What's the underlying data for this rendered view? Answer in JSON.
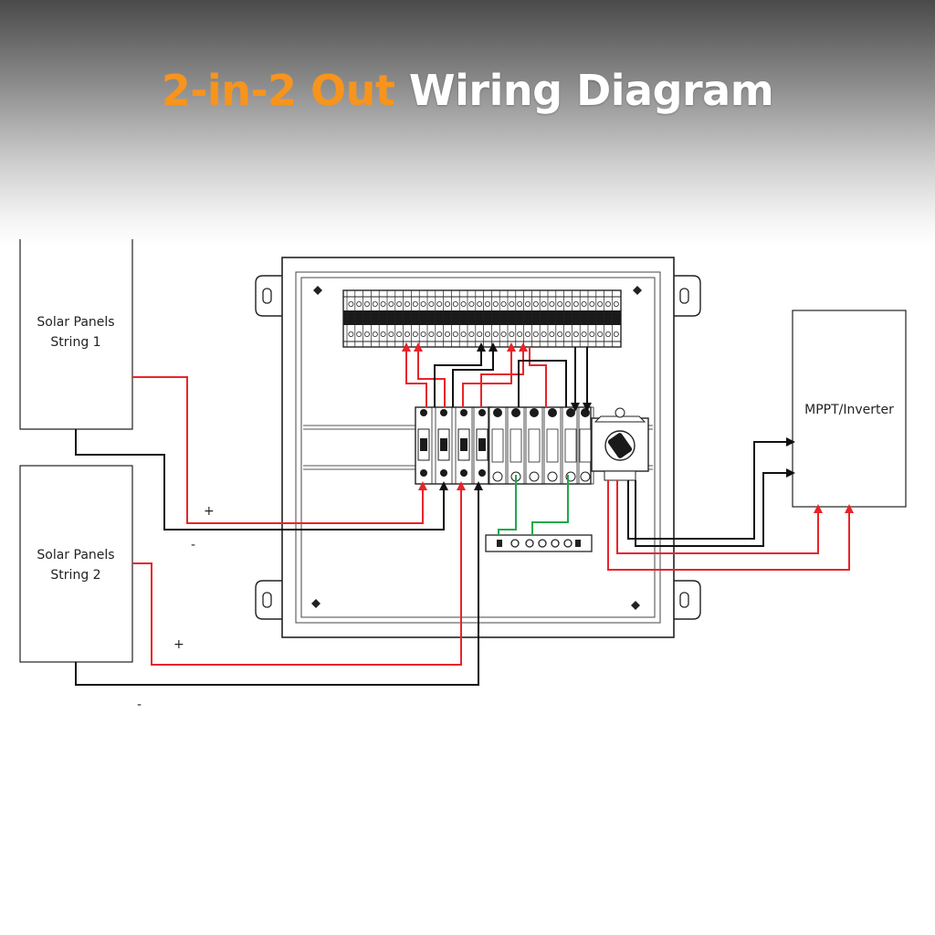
{
  "title": {
    "accent": "2-in-2 Out",
    "rest": "Wiring Diagram"
  },
  "panels": {
    "string1": {
      "line1": "Solar Panels",
      "line2": "String 1"
    },
    "string2": {
      "line1": "Solar Panels",
      "line2": "String 2"
    }
  },
  "inverter": {
    "label": "MPPT/Inverter"
  },
  "polarity": {
    "plus": "+",
    "minus": "-"
  },
  "colors": {
    "positive": "#e8242a",
    "negative": "#111111",
    "ground": "#1fa84a",
    "title_accent": "#f7941d",
    "title_rest": "#ffffff"
  }
}
